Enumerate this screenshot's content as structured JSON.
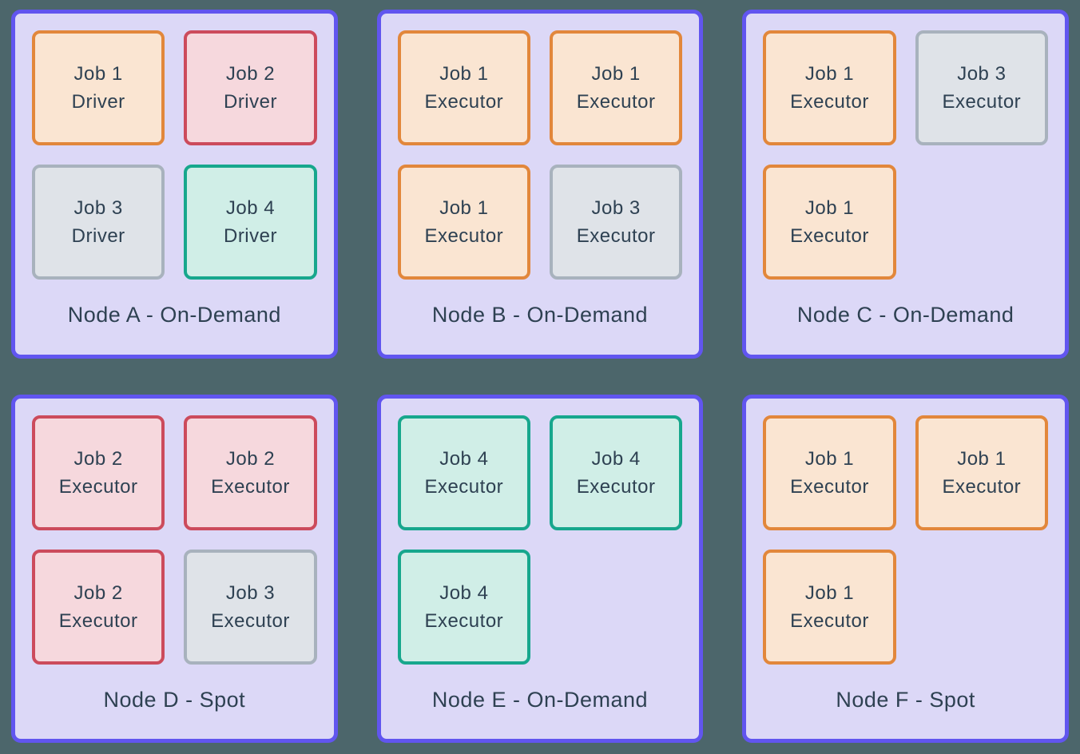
{
  "palette": {
    "background": "#4C666B",
    "node_border": "#6155EF",
    "node_fill": "#DCD8F7",
    "text": "#2E4152",
    "job_types": {
      "job1": {
        "border": "#E2873B",
        "fill": "#FAE5D2"
      },
      "job2": {
        "border": "#CC4B5C",
        "fill": "#F6D8DD"
      },
      "job3": {
        "border": "#A8B2BD",
        "fill": "#DFE3E8"
      },
      "job4": {
        "border": "#17A78D",
        "fill": "#D0EEE7"
      }
    }
  },
  "nodes": [
    {
      "id": "a",
      "label": "Node A - On-Demand",
      "jobs": [
        {
          "name": "Job 1",
          "role": "Driver",
          "type": "job1"
        },
        {
          "name": "Job 2",
          "role": "Driver",
          "type": "job2"
        },
        {
          "name": "Job 3",
          "role": "Driver",
          "type": "job3"
        },
        {
          "name": "Job 4",
          "role": "Driver",
          "type": "job4"
        }
      ]
    },
    {
      "id": "b",
      "label": "Node B - On-Demand",
      "jobs": [
        {
          "name": "Job 1",
          "role": "Executor",
          "type": "job1"
        },
        {
          "name": "Job 1",
          "role": "Executor",
          "type": "job1"
        },
        {
          "name": "Job 1",
          "role": "Executor",
          "type": "job1"
        },
        {
          "name": "Job 3",
          "role": "Executor",
          "type": "job3"
        }
      ]
    },
    {
      "id": "c",
      "label": "Node C - On-Demand",
      "jobs": [
        {
          "name": "Job 1",
          "role": "Executor",
          "type": "job1"
        },
        {
          "name": "Job 3",
          "role": "Executor",
          "type": "job3"
        },
        {
          "name": "Job 1",
          "role": "Executor",
          "type": "job1"
        }
      ]
    },
    {
      "id": "d",
      "label": "Node D - Spot",
      "jobs": [
        {
          "name": "Job 2",
          "role": "Executor",
          "type": "job2"
        },
        {
          "name": "Job 2",
          "role": "Executor",
          "type": "job2"
        },
        {
          "name": "Job 2",
          "role": "Executor",
          "type": "job2"
        },
        {
          "name": "Job 3",
          "role": "Executor",
          "type": "job3"
        }
      ]
    },
    {
      "id": "e",
      "label": "Node E - On-Demand",
      "jobs": [
        {
          "name": "Job 4",
          "role": "Executor",
          "type": "job4"
        },
        {
          "name": "Job 4",
          "role": "Executor",
          "type": "job4"
        },
        {
          "name": "Job 4",
          "role": "Executor",
          "type": "job4"
        }
      ]
    },
    {
      "id": "f",
      "label": "Node F - Spot",
      "jobs": [
        {
          "name": "Job 1",
          "role": "Executor",
          "type": "job1"
        },
        {
          "name": "Job 1",
          "role": "Executor",
          "type": "job1"
        },
        {
          "name": "Job 1",
          "role": "Executor",
          "type": "job1"
        }
      ]
    }
  ]
}
